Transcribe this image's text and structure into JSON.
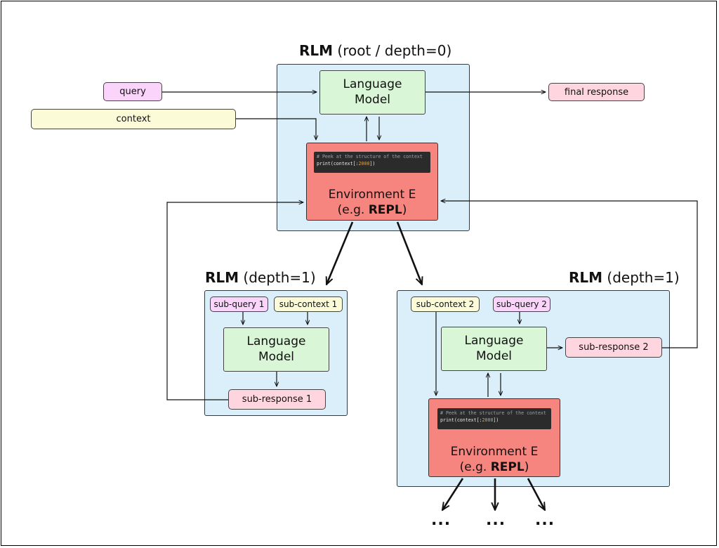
{
  "root": {
    "title_bold": "RLM",
    "title_rest": " (root / depth=0)",
    "lm_line1": "Language",
    "lm_line2": "Model",
    "env_line1": "Environment E",
    "env_line2_prefix": "(e.g. ",
    "env_line2_bold": "REPL",
    "env_line2_suffix": ")",
    "code_comment": "# Peek at the structure of the context",
    "code_call_prefix": "print(context[:",
    "code_call_num": "2000",
    "code_call_suffix": "])"
  },
  "inputs": {
    "query": "query",
    "context": "context",
    "final_response": "final response"
  },
  "child1": {
    "title_bold": "RLM",
    "title_rest": " (depth=1)",
    "sub_query": "sub-query 1",
    "sub_context": "sub-context 1",
    "lm_line1": "Language",
    "lm_line2": "Model",
    "sub_response": "sub-response 1"
  },
  "child2": {
    "title_bold": "RLM",
    "title_rest": " (depth=1)",
    "sub_context": "sub-context 2",
    "sub_query": "sub-query 2",
    "lm_line1": "Language",
    "lm_line2": "Model",
    "sub_response": "sub-response 2",
    "env_line1": "Environment E",
    "env_line2_prefix": "(e.g. ",
    "env_line2_bold": "REPL",
    "env_line2_suffix": ")",
    "code_comment": "# Peek at the structure of the context",
    "code_call_prefix": "print(context[:",
    "code_call_num": "2000",
    "code_call_suffix": "])"
  },
  "ellipses": [
    "...",
    "...",
    "..."
  ]
}
